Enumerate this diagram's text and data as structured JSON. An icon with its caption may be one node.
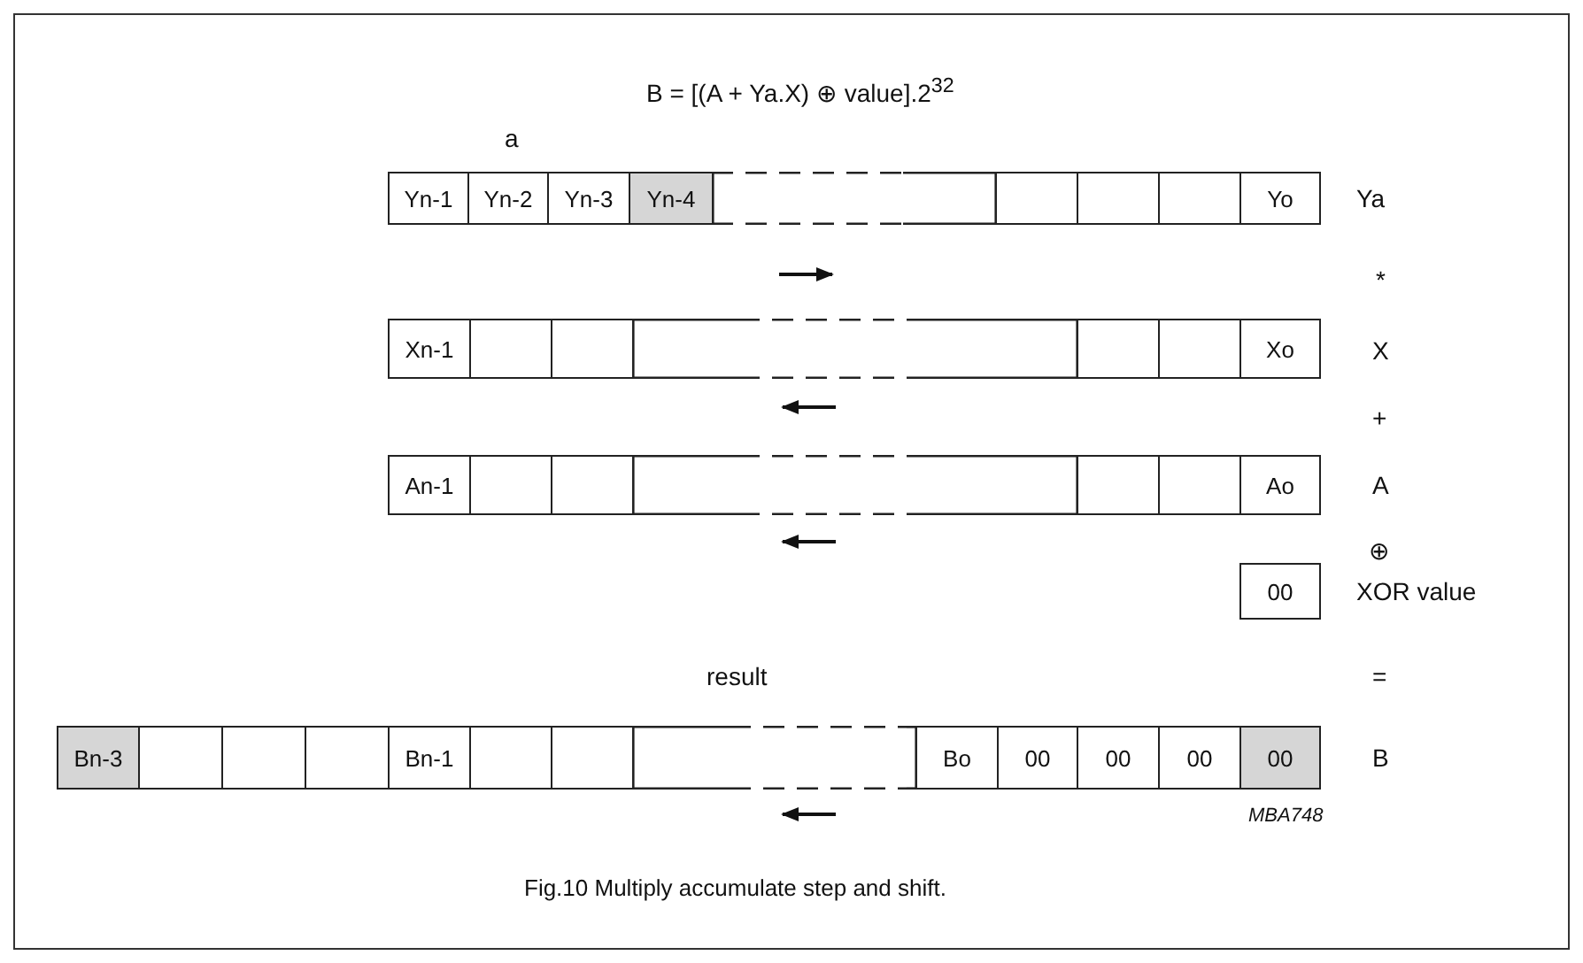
{
  "diagram": {
    "title": "B = [(A + Ya.X) ⊕ value].2$^{32}$",
    "caption": "Fig.10 Multiply accumulate step and shift.",
    "nodes": [
      {
        "text": [
          "Yn-1"
        ]
      },
      {
        "text": [
          "Yn-2"
        ]
      },
      {
        "text": [
          "Yn-3"
        ]
      },
      {
        "text": [
          "Yn-4"
        ]
      },
      {
        "text": [],
        "shape": "box"
      },
      {
        "text": [],
        "shape": "box"
      },
      {
        "text": [],
        "shape": "box"
      },
      {
        "text": [],
        "shape": "box"
      },
      {
        "text": [
          "Yo"
        ]
      },
      {
        "text": [
          "Xn-1"
        ]
      },
      {
        "text": [],
        "shape": "box"
      },
      {
        "text": [],
        "shape": "box"
      },
      {
        "text": [],
        "shape": "box"
      },
      {
        "text": [],
        "shape": "box"
      },
      {
        "text": [],
        "shape": "box"
      },
      {
        "text": [
          "Xo"
        ]
      },
      {
        "text": [
          "An-1"
        ]
      },
      {
        "text": [],
        "shape": "box"
      },
      {
        "text": [],
        "shape": "box"
      },
      {
        "text": [],
        "shape": "box"
      },
      {
        "text": [],
        "shape": "box"
      },
      {
        "text": [],
        "shape": "box"
      },
      {
        "text": [
          "Ao"
        ]
      },
      {
        "text": [
          "00"
        ]
      },
      {
        "text": [
          "Bn-3"
        ]
      },
      {
        "text": [],
        "shape": "box"
      },
      {
        "text": [],
        "shape": "box"
      },
      {
        "text": [],
        "shape": "box"
      },
      {
        "text": [
          "Bn-1"
        ]
      },
      {
        "text": [],
        "shape": "box"
      },
      {
        "text": [],
        "shape": "box"
      },
      {
        "text": [],
        "shape": "box"
      },
      {
        "text": [
          "Bo"
        ]
      },
      {
        "text": [
          "00"
        ]
      },
      {
        "text": [
          "00"
        ]
      },
      {
        "text": [
          "00"
        ]
      },
      {
        "text": [
          "00"
        ]
      }
    ],
    "labels": [
      "a",
      "Ya",
      "*",
      "X",
      "+",
      "A",
      "⊕",
      "XOR value",
      "result",
      "=",
      "B",
      "MBA748"
    ]
  }
}
